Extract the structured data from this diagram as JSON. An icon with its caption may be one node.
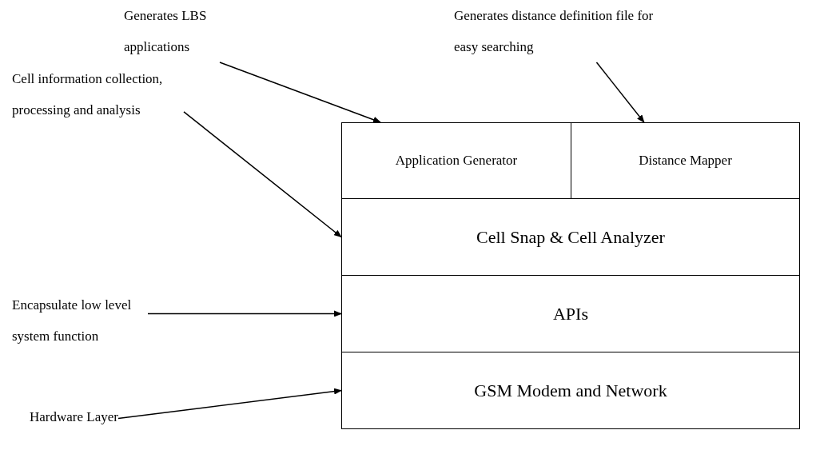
{
  "diagram": {
    "nodes": [
      {
        "text": [
          "Generates LBS applications"
        ]
      },
      {
        "text": [
          "Generates distance definition file for easy searching"
        ]
      },
      {
        "text": [
          "Cell information collection, processing and analysis"
        ]
      },
      {
        "text": [
          "Encapsulate low level system function"
        ]
      },
      {
        "text": [
          "Hardware Layer"
        ]
      },
      {
        "text": [
          "Application Generator"
        ]
      },
      {
        "text": [
          "Distance Mapper"
        ]
      },
      {
        "text": [
          "Cell Snap & Cell Analyzer"
        ]
      },
      {
        "text": [
          "APIs"
        ]
      },
      {
        "text": [
          "GSM Modem and Network"
        ]
      }
    ],
    "edges": [
      {
        "from": 0,
        "to": 5,
        "arrow": "to"
      },
      {
        "from": 1,
        "to": 6,
        "arrow": "to"
      },
      {
        "from": 2,
        "to": 7,
        "arrow": "to"
      },
      {
        "from": 3,
        "to": 8,
        "arrow": "to"
      },
      {
        "from": 4,
        "to": 9,
        "arrow": "to"
      }
    ]
  }
}
